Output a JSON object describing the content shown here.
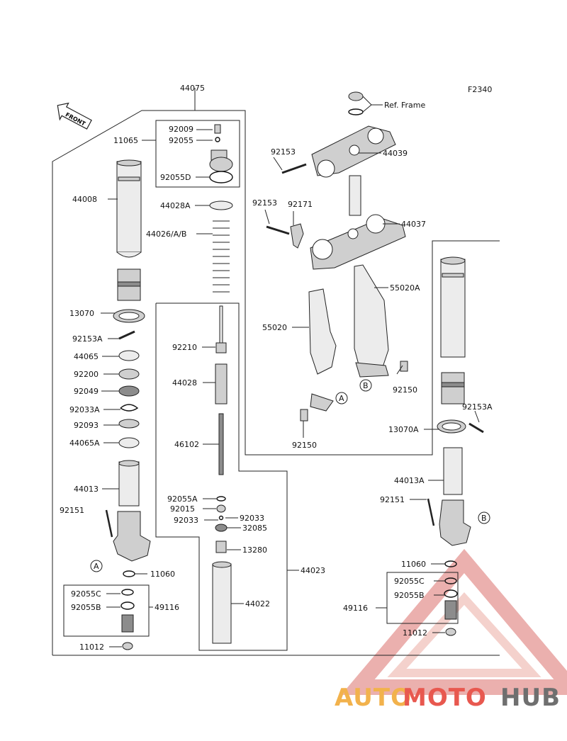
{
  "figure_code": "F2340",
  "front_arrow_label": "FRONT",
  "reference_label": "Ref. Frame",
  "callout_letters": [
    "A",
    "B"
  ],
  "part_numbers": {
    "p44075": "44075",
    "p11065": "11065",
    "p92009": "92009",
    "p92055": "92055",
    "p92055D": "92055D",
    "p44008": "44008",
    "p44028A": "44028A",
    "p44026": "44026/A/B",
    "p13070": "13070",
    "p92153A_l": "92153A",
    "p44065": "44065",
    "p92200": "92200",
    "p92049": "92049",
    "p92033A": "92033A",
    "p92093": "92093",
    "p44065A": "44065A",
    "p44013": "44013",
    "p92151_l": "92151",
    "p11060_l": "11060",
    "p92055C_l": "92055C",
    "p92055B_l": "92055B",
    "p49116_l": "49116",
    "p11012_l": "11012",
    "p92210": "92210",
    "p44028": "44028",
    "p46102": "46102",
    "p92055A": "92055A",
    "p92015": "92015",
    "p92033_a": "92033",
    "p92033_b": "92033",
    "p32085": "32085",
    "p13280": "13280",
    "p44022": "44022",
    "p44023": "44023",
    "p92153_top": "92153",
    "p44039": "44039",
    "p92153_mid": "92153",
    "p92171": "92171",
    "p44037": "44037",
    "p55020A": "55020A",
    "p55020": "55020",
    "p92150_r": "92150",
    "p92150_b": "92150",
    "p92153A_r": "92153A",
    "p13070A": "13070A",
    "p44013A": "44013A",
    "p92151_r": "92151",
    "p11060_r": "11060",
    "p92055C_r": "92055C",
    "p92055B_r": "92055B",
    "p49116_r": "49116",
    "p11012_r": "11012"
  },
  "watermark": {
    "text_a": "AUTO",
    "text_b": "MOTO",
    "text_c": "HUB",
    "color_a": "#f2b24c",
    "color_b": "#e8584f",
    "color_c": "#6f6f6f"
  }
}
